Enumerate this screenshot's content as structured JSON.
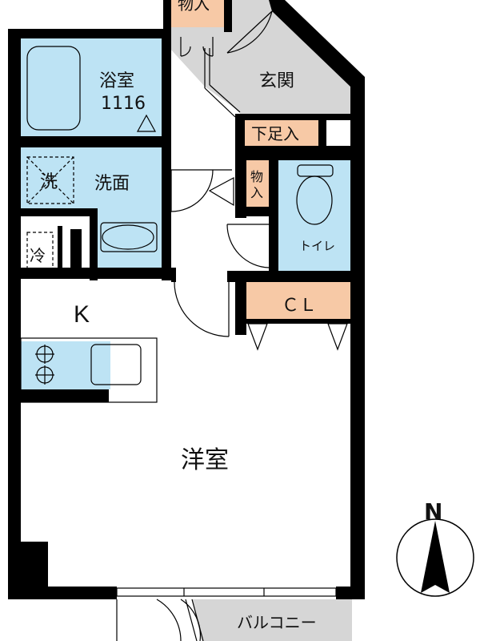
{
  "labels": {
    "storage_top": "物入",
    "entrance": "玄関",
    "bathroom_name": "浴室",
    "bathroom_size": "1116",
    "shoe_cabinet": "下足入",
    "washer_mark": "洗",
    "washroom": "洗面",
    "storage_small_1": "物",
    "storage_small_2": "入",
    "toilet": "トイレ",
    "fridge_mark": "冷",
    "kitchen": "K",
    "closet": "ＣＬ",
    "western_room": "洋室",
    "north": "N",
    "balcony": "バルコニー"
  },
  "colors": {
    "wet_area": "#bde3f4",
    "storage": "#f7c9a6",
    "entrance_floor": "#d6d6d6",
    "wall": "#000000"
  },
  "icons": {
    "north_arrow": "compass-icon",
    "stove": "stove-burners-icon"
  }
}
